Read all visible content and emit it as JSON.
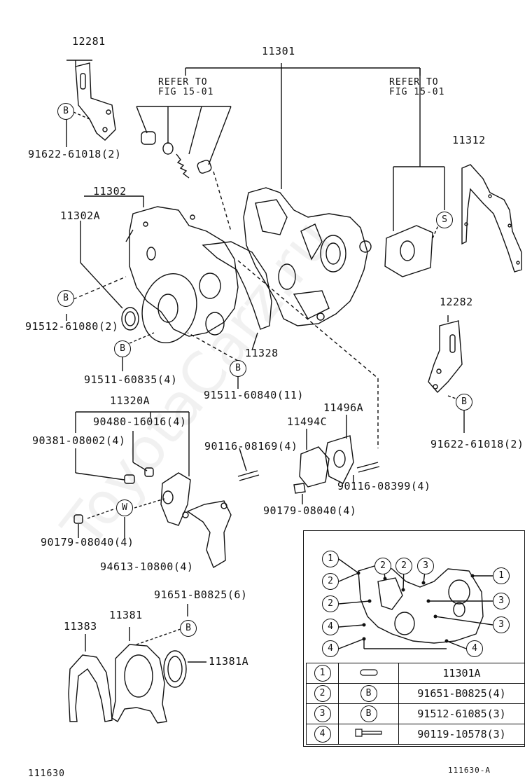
{
  "labels": {
    "p12281": "12281",
    "p91622_a": "91622-61018(2)",
    "p11301": "11301",
    "refer_left_1": "REFER TO",
    "refer_left_2": "FIG 15-01",
    "refer_right_1": "REFER TO",
    "refer_right_2": "FIG 15-01",
    "p11312": "11312",
    "p11302": "11302",
    "p11302a": "11302A",
    "p91512": "91512-61080(2)",
    "p91511_a": "91511-60835(4)",
    "p11328": "11328",
    "p91511_b": "91511-60840(11)",
    "p12282": "12282",
    "p91622_b": "91622-61018(2)",
    "p11320a": "11320A",
    "p90480": "90480-16016(4)",
    "p90381": "90381-08002(4)",
    "p11496a": "11496A",
    "p11494c": "11494C",
    "p90116_a": "90116-08169(4)",
    "p90116_b": "90116-08399(4)",
    "p90179_a": "90179-08040(4)",
    "p90179_b": "90179-08040(4)",
    "p94613": "94613-10800(4)",
    "p91651": "91651-B0825(6)",
    "p11383": "11383",
    "p11381": "11381",
    "p11381a": "11381A"
  },
  "callout_letters": {
    "b": "B",
    "w": "W",
    "s": "S"
  },
  "inset": {
    "numbers": [
      "1",
      "2",
      "2",
      "3",
      "1",
      "2",
      "3",
      "2",
      "3",
      "4",
      "4",
      "4"
    ]
  },
  "legend": [
    {
      "num": "1",
      "symbol": "",
      "part": "11301A"
    },
    {
      "num": "2",
      "symbol": "B",
      "part": "91651-B0825(4)"
    },
    {
      "num": "3",
      "symbol": "B",
      "part": "91512-61085(3)"
    },
    {
      "num": "4",
      "symbol": "",
      "part": "90119-10578(3)"
    }
  ],
  "footer": {
    "left": "111630",
    "right": "111630-A"
  },
  "watermark": "ToyotaCarz.ru"
}
